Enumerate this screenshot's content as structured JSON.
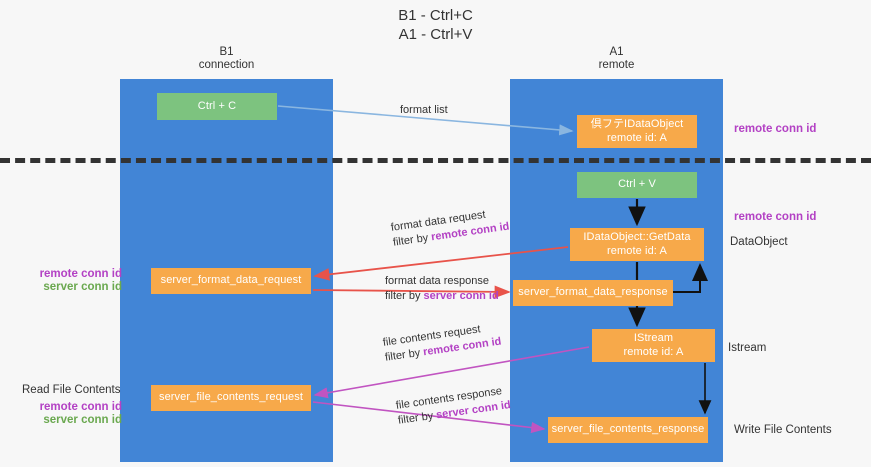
{
  "title": "B1 - Ctrl+C\nA1 - Ctrl+V",
  "lanes": [
    {
      "id": "b1",
      "label": "B1\nconnection",
      "color": "#4285d6"
    },
    {
      "id": "a1",
      "label": "A1\nremote",
      "color": "#4285d6"
    }
  ],
  "nodes": {
    "ctrl_c": "Ctrl + C",
    "idataobject": "倶フテIDataObject\nremote id: A",
    "ctrl_v": "Ctrl + V",
    "getdata": "IDataObject::GetData\nremote id: A",
    "server_format_data_request": "server_format_data_request",
    "server_format_data_response": "server_format_data_response",
    "istream": "IStream\nremote id: A",
    "server_file_contents_request": "server_file_contents_request",
    "server_file_contents_response": "server_file_contents_response"
  },
  "edge_labels": {
    "format_list": "format list",
    "format_data_request": "format data request",
    "format_data_request_filter_prefix": "filter by ",
    "format_data_request_filter_key": "remote conn id",
    "format_data_response": "format data response",
    "format_data_response_filter_prefix": "filter by ",
    "format_data_response_filter_key": "server conn id",
    "file_contents_request": "file contents request",
    "file_contents_request_filter_prefix": "filter by ",
    "file_contents_request_filter_key": "remote conn id",
    "file_contents_response": "file contents response",
    "file_contents_response_filter_prefix": "filter by ",
    "file_contents_response_filter_key": "server conn id"
  },
  "side_notes": {
    "remote_conn_id_top": "remote conn id",
    "remote_conn_id_mid": "remote conn id",
    "dataobject": "DataObject",
    "istream": "Istream",
    "write_file_contents": "Write File Contents",
    "read_file_contents": "Read File Contents",
    "remote_conn_id_left": "remote conn id",
    "server_conn_id_left": "server conn id",
    "remote_conn_id_left2": "remote conn id",
    "server_conn_id_left2": "server conn id"
  },
  "colors": {
    "lane": "#4285d6",
    "green_node": "#7dc37f",
    "orange_node": "#f7a94a",
    "remote_key": "#b341c4",
    "server_key": "#6aa84f",
    "red_arrow": "#e8534a",
    "magenta_arrow": "#c154c1",
    "blue_arrow": "#8ab6e0",
    "black_arrow": "#000000",
    "divider": "#333333",
    "background": "#f7f7f7"
  }
}
